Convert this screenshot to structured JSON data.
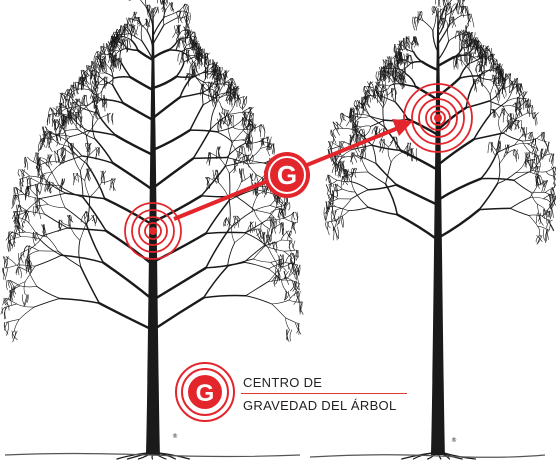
{
  "colors": {
    "accent": "#e3252c",
    "ink": "#1a1a1a"
  },
  "badge_letter": "G",
  "legend": {
    "line1": "CENTRO DE",
    "line2": "GRAVEDAD DEL ÁRBOL",
    "badge_letter": "G"
  },
  "copyright_mark": "®",
  "icons": [
    "tree-before-prune",
    "tree-after-prune",
    "target-rings",
    "arrow-right"
  ]
}
